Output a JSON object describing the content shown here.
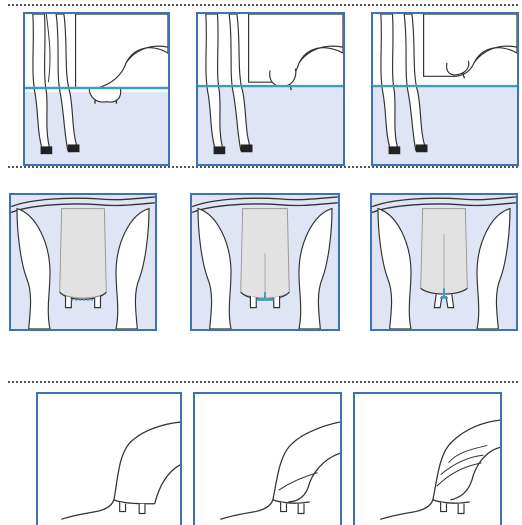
{
  "colors": {
    "panel_fill": "#dfe5f5",
    "panel_border": "#3d72b4",
    "reference_line": "#3a9fb8",
    "udder_fill": "#e2e2e2",
    "outline": "#333333",
    "hoof": "#222222"
  },
  "rows": [
    {
      "name": "udder-depth-side-view",
      "panels": 3
    },
    {
      "name": "teat-placement-rear-view",
      "panels": 3
    },
    {
      "name": "udder-attachment-side-view",
      "panels": 3
    }
  ]
}
